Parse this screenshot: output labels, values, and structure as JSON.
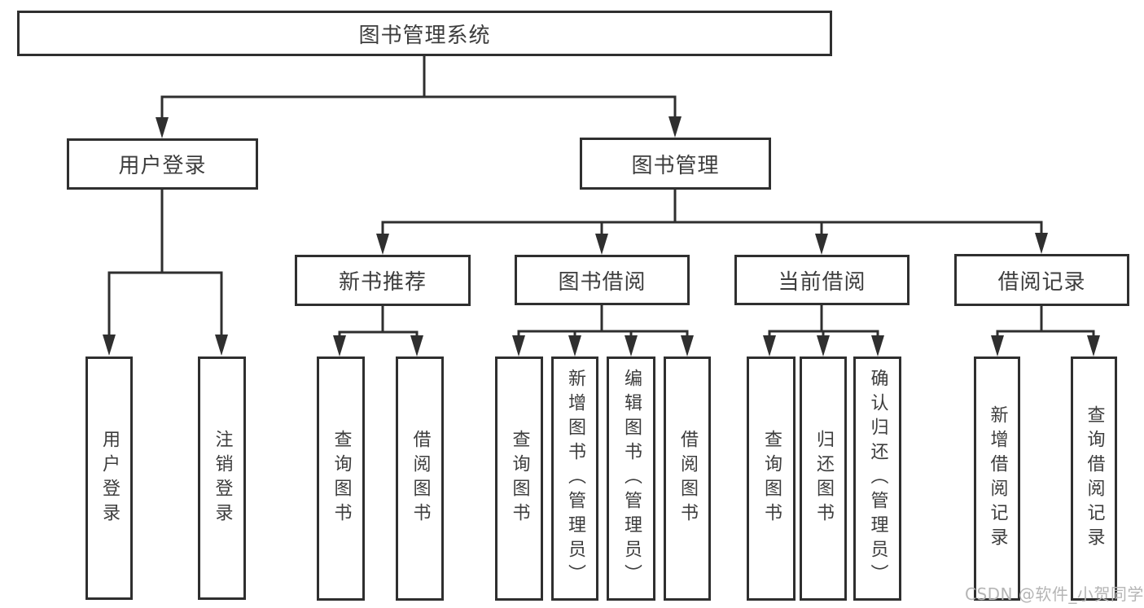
{
  "diagram": {
    "root": {
      "label": "图书管理系统"
    },
    "branches": [
      {
        "label": "用户登录",
        "children": [
          "用户登录",
          "注销登录"
        ]
      },
      {
        "label": "图书管理",
        "children": [
          {
            "label": "新书推荐",
            "children": [
              "查询图书",
              "借阅图书"
            ]
          },
          {
            "label": "图书借阅",
            "children": [
              "查询图书",
              "新增图书（管理员）",
              "编辑图书（管理员）",
              "借阅图书"
            ]
          },
          {
            "label": "当前借阅",
            "children": [
              "查询图书",
              "归还图书",
              "确认归还（管理员）"
            ]
          },
          {
            "label": "借阅记录",
            "children": [
              "新增借阅记录",
              "查询借阅记录"
            ]
          }
        ]
      }
    ],
    "watermark": "CSDN @软件_小贺同学",
    "colors": {
      "line": "#2f2f2f",
      "box_border": "#2f2f2f",
      "text": "#3d3d3d",
      "watermark": "#b5b5b5",
      "background": "#ffffff"
    }
  }
}
